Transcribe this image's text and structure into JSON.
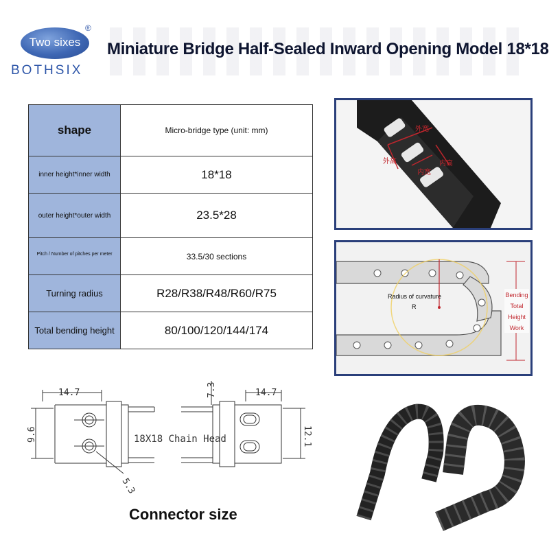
{
  "header": {
    "logo_text": "Two sixes",
    "logo_reg": "®",
    "brand": "BOTHSIX",
    "title": "Miniature Bridge Half-Sealed Inward Opening Model 18*18"
  },
  "spec_table": {
    "rows": [
      {
        "key": "shape",
        "value": "Micro-bridge type (unit: mm)"
      },
      {
        "key": "inner height*inner width",
        "value": "18*18"
      },
      {
        "key": "outer height*outer width",
        "value": "23.5*28"
      },
      {
        "key": "Pitch / Number of pitches per meter",
        "value": "33.5/30 sections"
      },
      {
        "key": "Turning radius",
        "value": "R28/R38/R48/R60/R75"
      },
      {
        "key": "Total bending height",
        "value": "80/100/120/144/174"
      }
    ]
  },
  "photo_top": {
    "labels": [
      "外宽",
      "外高",
      "内高",
      "内宽"
    ]
  },
  "photo_middle": {
    "radius_label": "Radius of curvature",
    "radius_symbol": "R",
    "bending_label": [
      "Bending",
      "Total",
      "Height",
      "Work"
    ]
  },
  "connector": {
    "dim_a": "14.7",
    "dim_b": "9.6",
    "dim_c": "5.3",
    "dim_d": "7.3",
    "dim_e": "14.7",
    "dim_f": "12.1",
    "head_label": "18X18 Chain Head",
    "caption": "Connector size"
  },
  "colors": {
    "table_key_bg": "#9fb5dc",
    "frame_border": "#2a3f7a",
    "brand_blue": "#2d55a8",
    "annotation_red": "#c0262d"
  }
}
